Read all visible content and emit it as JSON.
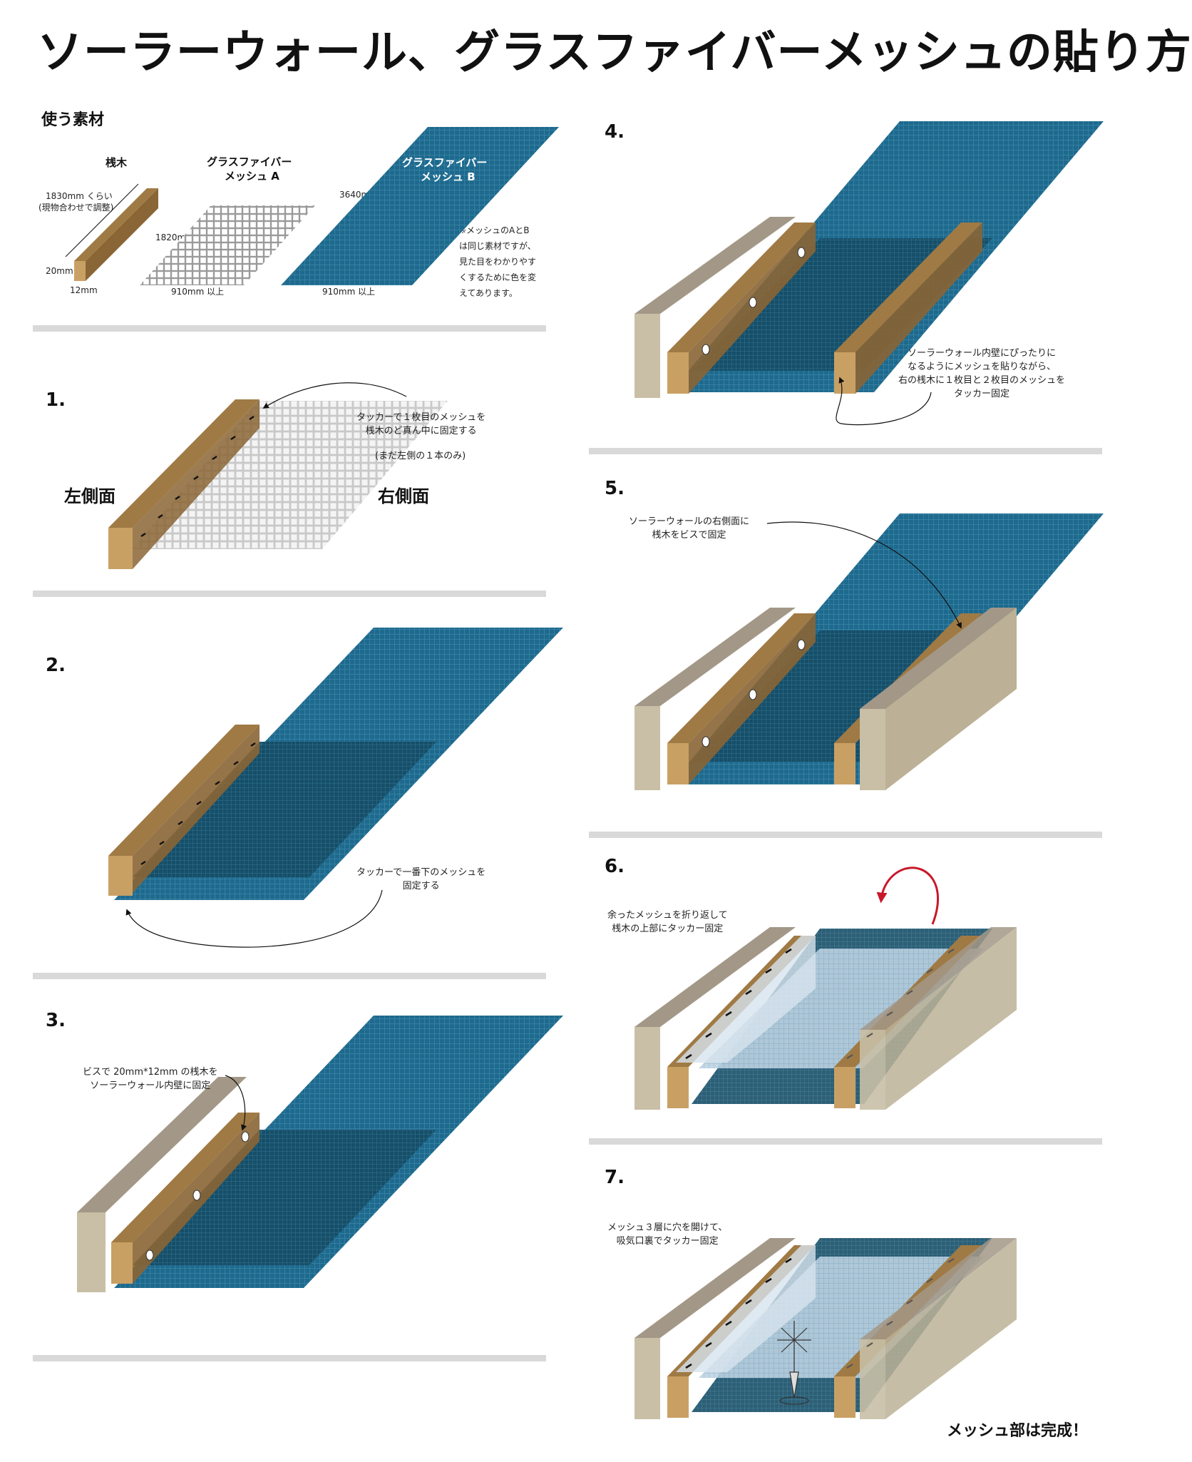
{
  "title": "ソーラーウォール、グラスファイバーメッシュの貼り方",
  "materials": {
    "heading": "使う素材",
    "wood_label": "桟木",
    "wood_length": "1830mm くらい",
    "wood_length_note": "(現物合わせで調整)",
    "wood_height": "20mm",
    "wood_width": "12mm",
    "mesh_a_label_1": "グラスファイバー",
    "mesh_a_label_2": "メッシュ A",
    "mesh_a_len": "1820mm",
    "mesh_a_width": "910mm 以上",
    "mesh_b_label_1": "グラスファイバー",
    "mesh_b_label_2": "メッシュ B",
    "mesh_b_len": "3640mm",
    "mesh_b_width": "910mm 以上",
    "note_lines": [
      "※メッシュのAとB",
      "は同じ素材ですが、",
      "見た目をわかりやす",
      "くするために色を変",
      "えてあります。"
    ]
  },
  "steps": [
    {
      "num": "1.",
      "note": [
        "タッカーで１枚目のメッシュを",
        "桟木のど真ん中に固定する"
      ],
      "note2": "(まだ左側の１本のみ)",
      "left_label": "左側面",
      "right_label": "右側面"
    },
    {
      "num": "2.",
      "note": [
        "タッカーで一番下のメッシュを",
        "固定する"
      ]
    },
    {
      "num": "3.",
      "note": [
        "ビスで 20mm*12mm の桟木を",
        "ソーラーウォール内壁に固定"
      ]
    },
    {
      "num": "4.",
      "note": [
        "ソーラーウォール内壁にぴったりに",
        "なるようにメッシュを貼りながら、",
        "右の桟木に１枚目と２枚目のメッシュを",
        "タッカー固定"
      ]
    },
    {
      "num": "5.",
      "note": [
        "ソーラーウォールの右側面に",
        "桟木をビスで固定"
      ]
    },
    {
      "num": "6.",
      "note": [
        "余ったメッシュを折り返して",
        "桟木の上部にタッカー固定"
      ]
    },
    {
      "num": "7.",
      "note": [
        "メッシュ３層に穴を開けて、",
        "吸気口裏でタッカー固定"
      ],
      "done": "メッシュ部は完成！"
    }
  ],
  "colors": {
    "wood_top": "#a07a44",
    "wood_front": "#c9a064",
    "wall_top": "#a39887",
    "wall_front": "#c8bfa6",
    "mesh_blue": "#1e6a8e",
    "mesh_dark": "#164d66",
    "mesh_gray": "#cfcfcf",
    "divider": "#d9d9d9",
    "arrow_red": "#c8182a"
  }
}
